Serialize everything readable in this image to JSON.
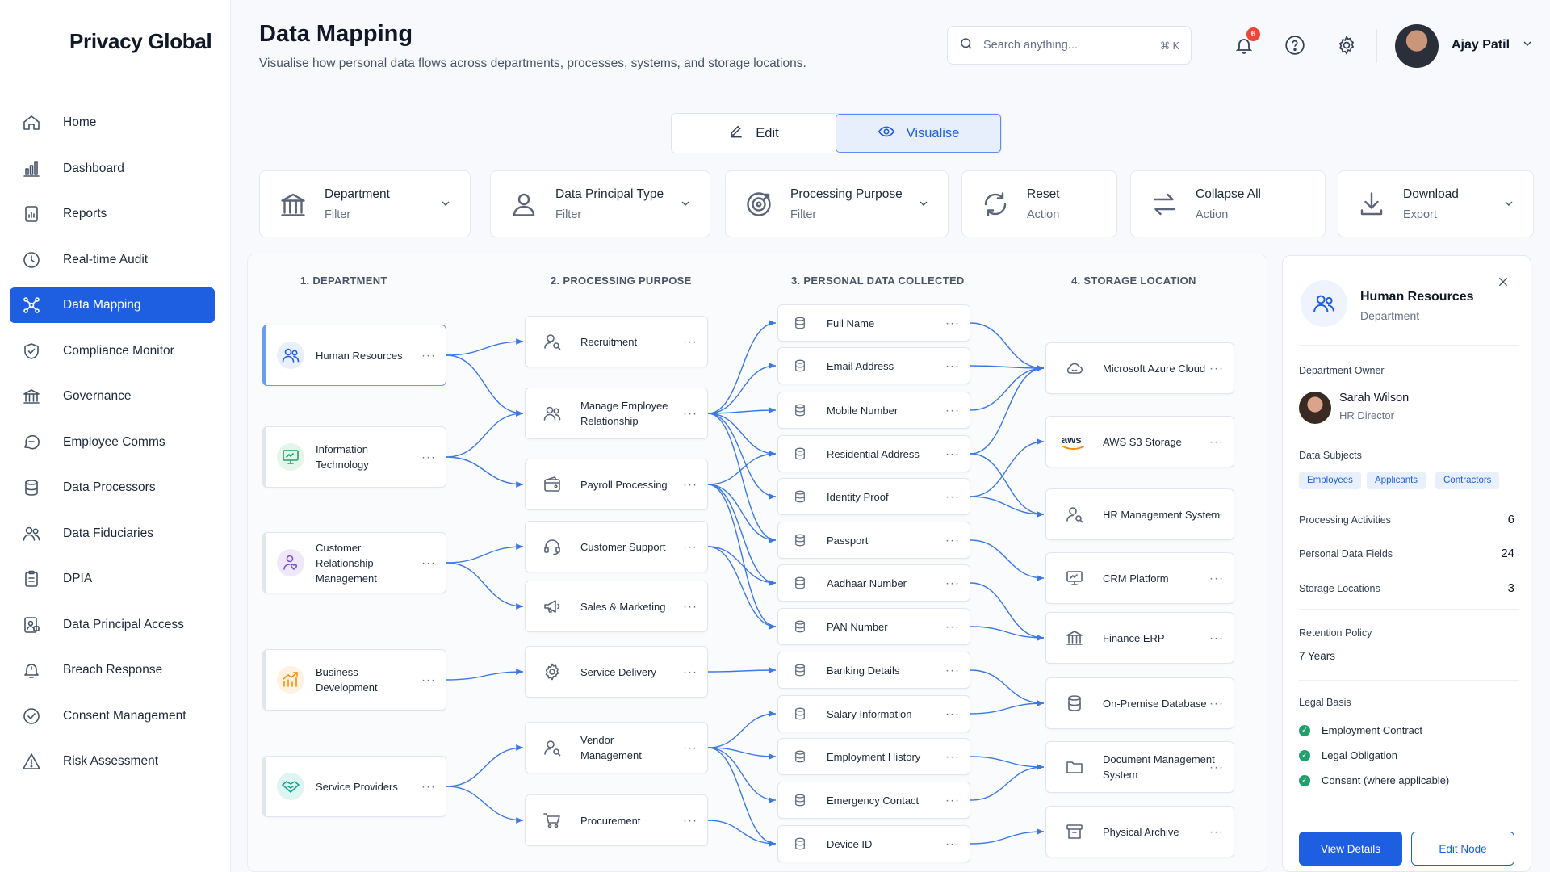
{
  "brand": "Privacy Global",
  "nav": [
    {
      "label": "Home",
      "icon": "home-icon"
    },
    {
      "label": "Dashboard",
      "icon": "bar-chart-icon"
    },
    {
      "label": "Reports",
      "icon": "report-icon"
    },
    {
      "label": "Real-time Audit",
      "icon": "clock-icon"
    },
    {
      "label": "Data Mapping",
      "icon": "network-icon",
      "active": true
    },
    {
      "label": "Compliance Monitor",
      "icon": "shield-check-icon"
    },
    {
      "label": "Governance",
      "icon": "bank-icon"
    },
    {
      "label": "Employee Comms",
      "icon": "chat-icon"
    },
    {
      "label": "Data Processors",
      "icon": "database-icon"
    },
    {
      "label": "Data Fiduciaries",
      "icon": "users-icon"
    },
    {
      "label": "DPIA",
      "icon": "clipboard-icon"
    },
    {
      "label": "Data Principal Access",
      "icon": "user-lock-icon"
    },
    {
      "label": "Breach Response",
      "icon": "bell-alert-icon"
    },
    {
      "label": "Consent Management",
      "icon": "check-circle-icon"
    },
    {
      "label": "Risk Assessment",
      "icon": "warning-icon"
    }
  ],
  "header": {
    "title": "Data Mapping",
    "subtitle": "Visualise how personal data flows across departments, processes, systems, and storage locations.",
    "search_placeholder": "Search anything...",
    "search_shortcut": "⌘ K",
    "notification_count": "6",
    "user_name": "Ajay Patil"
  },
  "toggle": {
    "edit": "Edit",
    "visualise": "Visualise",
    "active": "visualise"
  },
  "filters": [
    {
      "title": "Department",
      "sub": "Filter",
      "icon": "building-icon",
      "caret": true
    },
    {
      "title": "Data Principal Type",
      "sub": "Filter",
      "icon": "user-icon",
      "caret": true
    },
    {
      "title": "Processing Purpose",
      "sub": "Filter",
      "icon": "target-icon",
      "caret": true
    },
    {
      "title": "Reset",
      "sub": "Action",
      "icon": "refresh-icon",
      "caret": false
    },
    {
      "title": "Collapse All",
      "sub": "Action",
      "icon": "arrows-icon",
      "caret": false
    },
    {
      "title": "Download",
      "sub": "Export",
      "icon": "download-icon",
      "caret": true
    }
  ],
  "columns": [
    "1. DEPARTMENT",
    "2. PROCESSING PURPOSE",
    "3. PERSONAL DATA COLLECTED",
    "4. STORAGE LOCATION"
  ],
  "departments": [
    {
      "label": "Human Resources",
      "color": "#1d5fe0",
      "icon": "users-icon",
      "selected": true
    },
    {
      "label": "Information Technology",
      "color": "#22a06b",
      "icon": "monitor-icon"
    },
    {
      "label": "Customer Relationship Management",
      "color": "#7a4fd6",
      "icon": "user-heart-icon"
    },
    {
      "label": "Business Development",
      "color": "#f79009",
      "icon": "trend-up-icon"
    },
    {
      "label": "Service Providers",
      "color": "#12a594",
      "icon": "handshake-icon"
    }
  ],
  "purposes": [
    {
      "label": "Recruitment",
      "icon": "user-search-icon"
    },
    {
      "label": "Manage Employee Relationship",
      "icon": "users-icon"
    },
    {
      "label": "Payroll Processing",
      "icon": "wallet-icon"
    },
    {
      "label": "Customer Support",
      "icon": "headset-icon"
    },
    {
      "label": "Sales & Marketing",
      "icon": "megaphone-icon"
    },
    {
      "label": "Service Delivery",
      "icon": "gear-icon"
    },
    {
      "label": "Vendor Management",
      "icon": "user-search-icon"
    },
    {
      "label": "Procurement",
      "icon": "cart-icon"
    }
  ],
  "data_fields": [
    "Full Name",
    "Email Address",
    "Mobile Number",
    "Residential Address",
    "Identity Proof",
    "Passport",
    "Aadhaar Number",
    "PAN Number",
    "Banking Details",
    "Salary Information",
    "Employment History",
    "Emergency Contact",
    "Device ID"
  ],
  "storage": [
    {
      "label": "Microsoft Azure Cloud",
      "icon": "cloud-icon"
    },
    {
      "label": "AWS S3 Storage",
      "icon": "aws-icon"
    },
    {
      "label": "HR Management System",
      "icon": "user-search-icon"
    },
    {
      "label": "CRM Platform",
      "icon": "monitor-icon"
    },
    {
      "label": "Finance ERP",
      "icon": "bank-icon"
    },
    {
      "label": "On-Premise Database",
      "icon": "database-icon"
    },
    {
      "label": "Document Management System",
      "icon": "folder-icon"
    },
    {
      "label": "Physical Archive",
      "icon": "archive-icon"
    }
  ],
  "links": {
    "dept_to_purpose": [
      [
        0,
        0
      ],
      [
        0,
        1
      ],
      [
        1,
        1
      ],
      [
        1,
        2
      ],
      [
        2,
        3
      ],
      [
        2,
        4
      ],
      [
        3,
        5
      ],
      [
        4,
        6
      ],
      [
        4,
        7
      ]
    ],
    "purpose_to_data": [
      [
        1,
        0
      ],
      [
        1,
        1
      ],
      [
        1,
        2
      ],
      [
        1,
        3
      ],
      [
        1,
        4
      ],
      [
        1,
        5
      ],
      [
        2,
        3
      ],
      [
        2,
        5
      ],
      [
        2,
        6
      ],
      [
        2,
        7
      ],
      [
        3,
        6
      ],
      [
        3,
        7
      ],
      [
        5,
        8
      ],
      [
        6,
        9
      ],
      [
        6,
        10
      ],
      [
        6,
        11
      ],
      [
        6,
        12
      ],
      [
        7,
        12
      ]
    ],
    "data_to_storage": [
      [
        0,
        0
      ],
      [
        1,
        0
      ],
      [
        2,
        0
      ],
      [
        3,
        0
      ],
      [
        3,
        2
      ],
      [
        4,
        1
      ],
      [
        4,
        2
      ],
      [
        5,
        3
      ],
      [
        6,
        4
      ],
      [
        7,
        4
      ],
      [
        8,
        5
      ],
      [
        9,
        5
      ],
      [
        10,
        6
      ],
      [
        11,
        6
      ],
      [
        12,
        7
      ]
    ]
  },
  "details": {
    "title": "Human Resources",
    "type": "Department",
    "owner_label": "Department Owner",
    "owner_name": "Sarah Wilson",
    "owner_role": "HR Director",
    "subjects_label": "Data Subjects",
    "subjects": [
      "Employees",
      "Applicants",
      "Contractors"
    ],
    "stats": [
      {
        "label": "Processing Activities",
        "value": "6"
      },
      {
        "label": "Personal Data Fields",
        "value": "24"
      },
      {
        "label": "Storage Locations",
        "value": "3"
      }
    ],
    "retention_label": "Retention Policy",
    "retention_value": "7 Years",
    "legal_label": "Legal Basis",
    "legal": [
      "Employment Contract",
      "Legal Obligation",
      "Consent (where applicable)"
    ],
    "primary_button": "View Details",
    "secondary_button": "Edit Node"
  },
  "colors": {
    "accent": "#1d5fe0",
    "link": "#3b78e7",
    "success": "#22a06b"
  }
}
